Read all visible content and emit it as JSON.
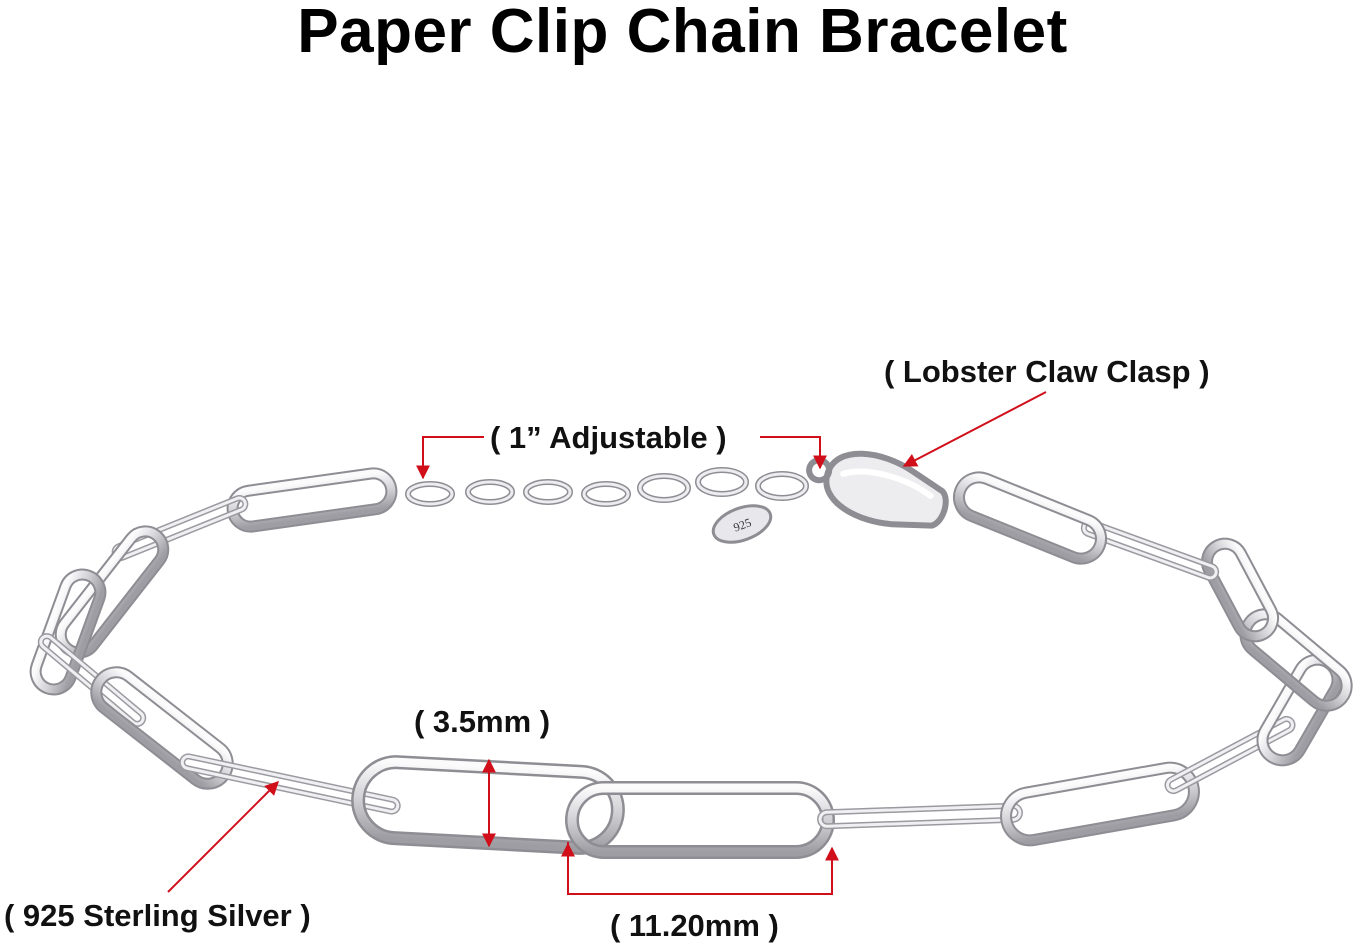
{
  "title": "Paper Clip Chain Bracelet",
  "labels": {
    "lobster_clasp": "( Lobster Claw Clasp )",
    "adjustable": "( 1” Adjustable )",
    "link_width": "( 3.5mm )",
    "material": "( 925 Sterling Silver )",
    "link_length": "( 11.20mm )",
    "tag_stamp": "925"
  },
  "colors": {
    "annotation": "#d10f1b",
    "silver_light": "#f4f4f6",
    "silver_dark": "#9c9ca2"
  }
}
